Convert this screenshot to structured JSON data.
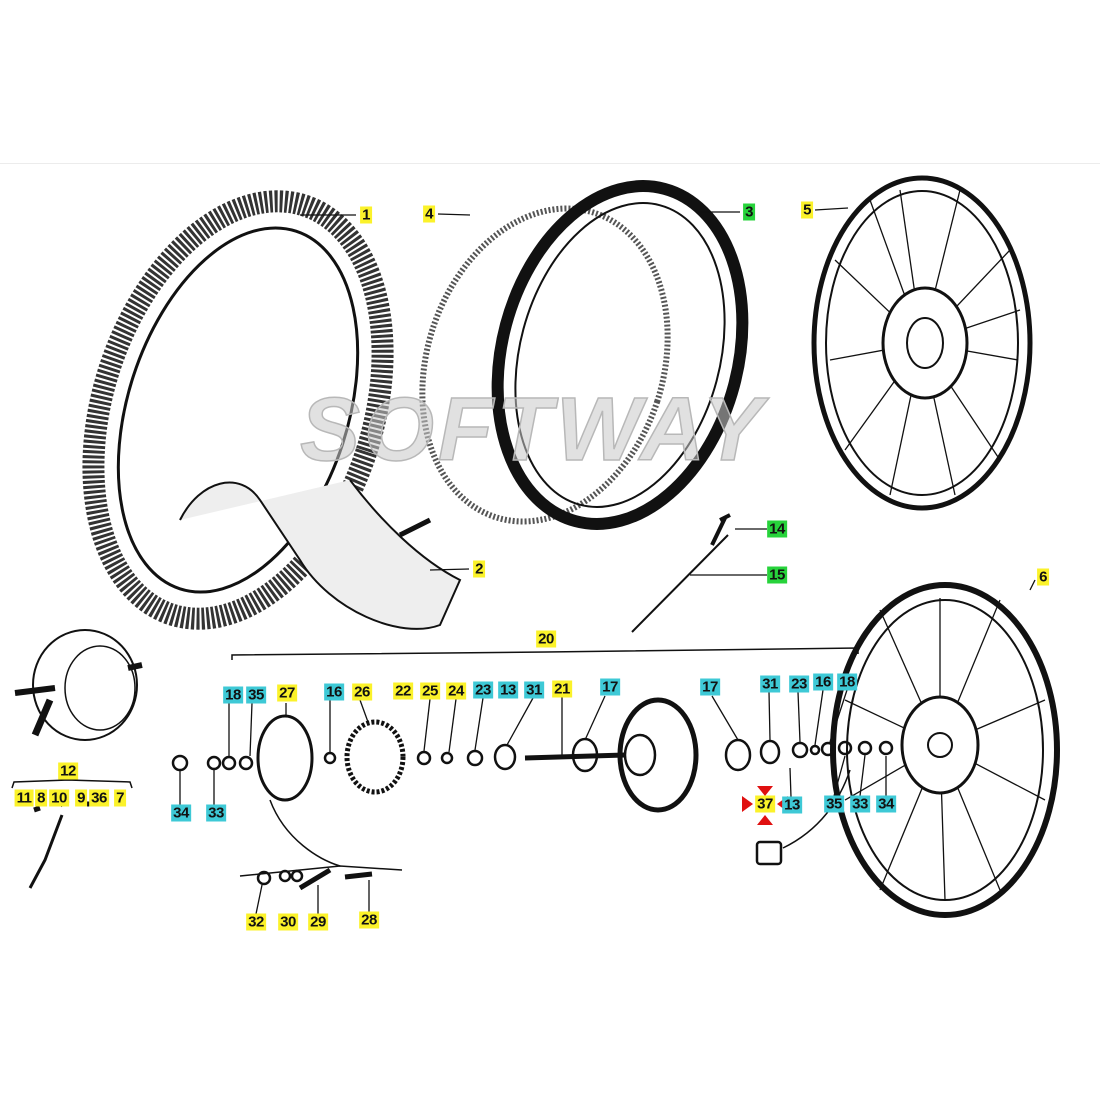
{
  "diagram": {
    "watermark": "SOFTWAY",
    "colors": {
      "yellow": "#fbf22a",
      "cyan": "#3ec9d6",
      "green": "#27d33b",
      "marker": "#e01010"
    },
    "labels": [
      {
        "text": "1",
        "highlight": "yellow"
      },
      {
        "text": "4",
        "highlight": "yellow"
      },
      {
        "text": "3",
        "highlight": "green"
      },
      {
        "text": "5",
        "highlight": "yellow"
      },
      {
        "text": "14",
        "highlight": "green"
      },
      {
        "text": "15",
        "highlight": "green"
      },
      {
        "text": "2",
        "highlight": "yellow"
      },
      {
        "text": "6",
        "highlight": "yellow"
      },
      {
        "text": "20",
        "highlight": "yellow"
      },
      {
        "text": "18",
        "highlight": "cyan"
      },
      {
        "text": "35",
        "highlight": "cyan"
      },
      {
        "text": "27",
        "highlight": "yellow"
      },
      {
        "text": "16",
        "highlight": "cyan"
      },
      {
        "text": "26",
        "highlight": "yellow"
      },
      {
        "text": "22",
        "highlight": "yellow"
      },
      {
        "text": "25",
        "highlight": "yellow"
      },
      {
        "text": "24",
        "highlight": "yellow"
      },
      {
        "text": "23",
        "highlight": "cyan"
      },
      {
        "text": "13",
        "highlight": "cyan"
      },
      {
        "text": "31",
        "highlight": "cyan"
      },
      {
        "text": "21",
        "highlight": "yellow"
      },
      {
        "text": "17",
        "highlight": "cyan"
      },
      {
        "text": "17",
        "highlight": "cyan"
      },
      {
        "text": "31",
        "highlight": "cyan"
      },
      {
        "text": "23",
        "highlight": "cyan"
      },
      {
        "text": "16",
        "highlight": "cyan"
      },
      {
        "text": "18",
        "highlight": "cyan"
      },
      {
        "text": "12",
        "highlight": "yellow"
      },
      {
        "text": "11",
        "highlight": "yellow"
      },
      {
        "text": "8",
        "highlight": "yellow"
      },
      {
        "text": "10",
        "highlight": "yellow"
      },
      {
        "text": "9",
        "highlight": "yellow"
      },
      {
        "text": "36",
        "highlight": "yellow"
      },
      {
        "text": "7",
        "highlight": "yellow"
      },
      {
        "text": "34",
        "highlight": "cyan"
      },
      {
        "text": "33",
        "highlight": "cyan"
      },
      {
        "text": "37",
        "highlight": "yellow"
      },
      {
        "text": "13",
        "highlight": "cyan"
      },
      {
        "text": "35",
        "highlight": "cyan"
      },
      {
        "text": "33",
        "highlight": "cyan"
      },
      {
        "text": "34",
        "highlight": "cyan"
      },
      {
        "text": "32",
        "highlight": "yellow"
      },
      {
        "text": "30",
        "highlight": "yellow"
      },
      {
        "text": "29",
        "highlight": "yellow"
      },
      {
        "text": "28",
        "highlight": "yellow"
      }
    ]
  }
}
